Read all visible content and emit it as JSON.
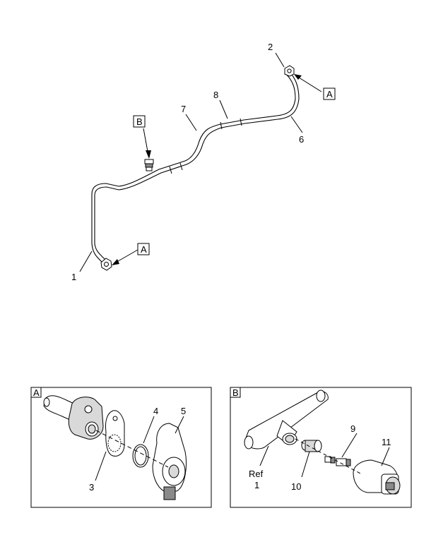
{
  "callouts": {
    "c1": "1",
    "c2": "2",
    "c3": "3",
    "c4": "4",
    "c5": "5",
    "c6": "6",
    "c7": "7",
    "c8": "8",
    "c9": "9",
    "c10": "10",
    "c11": "11",
    "ref": "Ref",
    "ref_num": "1"
  },
  "boxes": {
    "a_top": "A",
    "a_bottom": "A",
    "b_top": "B"
  },
  "panels": {
    "detail_a": "A",
    "detail_b": "B"
  }
}
